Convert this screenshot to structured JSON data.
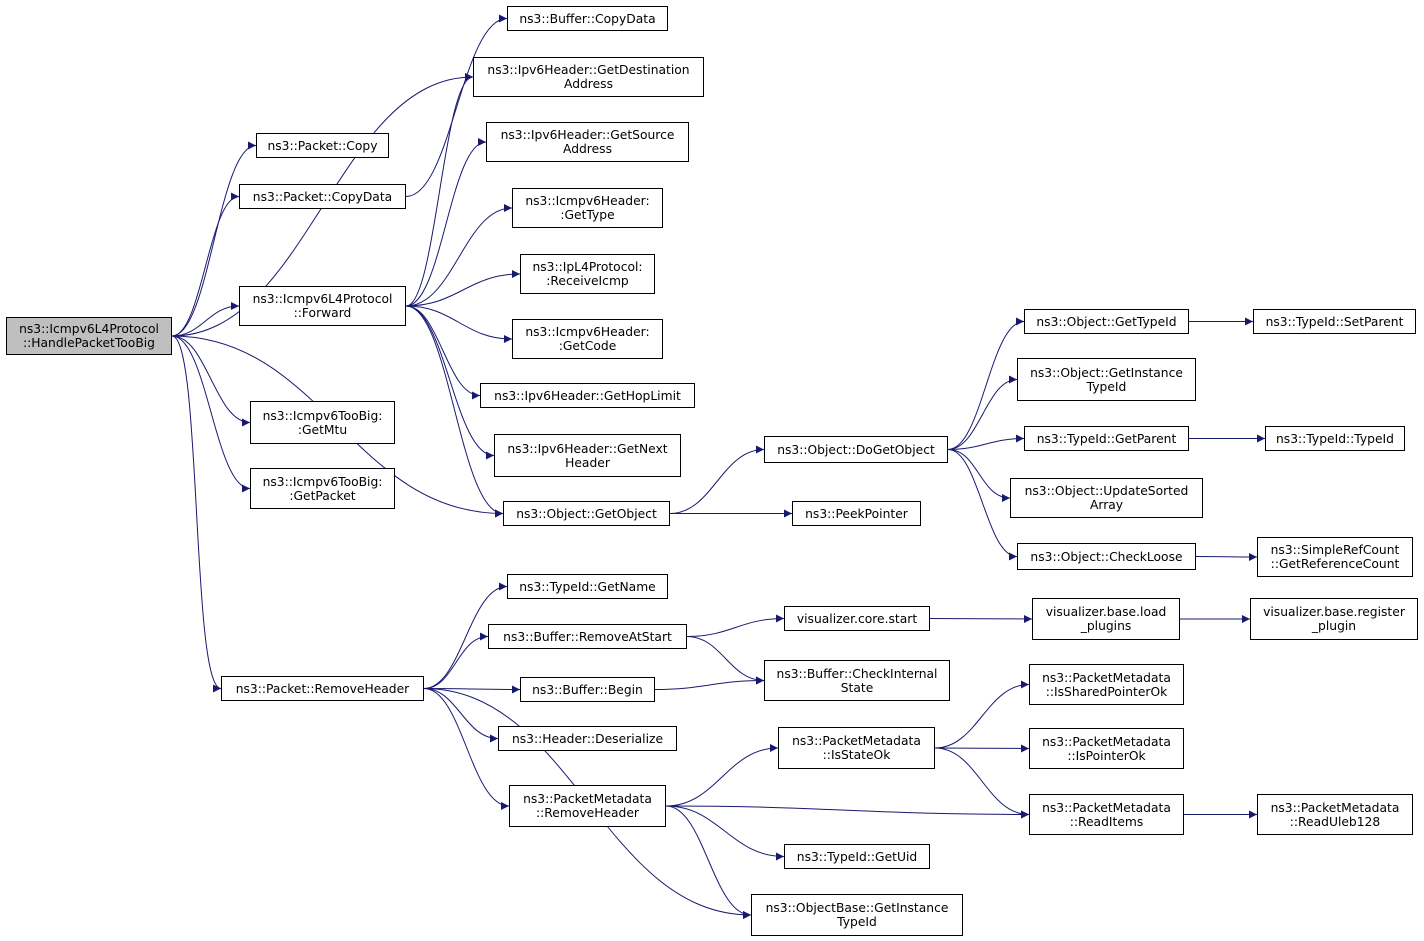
{
  "root": "n0",
  "nodes": {
    "n0": {
      "lines": [
        "ns3::Icmpv6L4Protocol",
        "::HandlePacketTooBig"
      ]
    },
    "n1": {
      "lines": [
        "ns3::Packet::Copy"
      ]
    },
    "n2": {
      "lines": [
        "ns3::Packet::CopyData"
      ]
    },
    "n3": {
      "lines": [
        "ns3::Icmpv6L4Protocol",
        "::Forward"
      ]
    },
    "n4": {
      "lines": [
        "ns3::Icmpv6TooBig:",
        ":GetMtu"
      ]
    },
    "n5": {
      "lines": [
        "ns3::Icmpv6TooBig:",
        ":GetPacket"
      ]
    },
    "n6": {
      "lines": [
        "ns3::Packet::RemoveHeader"
      ]
    },
    "n7": {
      "lines": [
        "ns3::Buffer::CopyData"
      ]
    },
    "n8": {
      "lines": [
        "ns3::Ipv6Header::GetDestination",
        "Address"
      ]
    },
    "n9": {
      "lines": [
        "ns3::Ipv6Header::GetSource",
        "Address"
      ]
    },
    "n10": {
      "lines": [
        "ns3::Icmpv6Header:",
        ":GetType"
      ]
    },
    "n11": {
      "lines": [
        "ns3::IpL4Protocol:",
        ":ReceiveIcmp"
      ]
    },
    "n12": {
      "lines": [
        "ns3::Icmpv6Header:",
        ":GetCode"
      ]
    },
    "n13": {
      "lines": [
        "ns3::Ipv6Header::GetHopLimit"
      ]
    },
    "n14": {
      "lines": [
        "ns3::Ipv6Header::GetNext",
        "Header"
      ]
    },
    "n15": {
      "lines": [
        "ns3::Object::GetObject"
      ]
    },
    "n16": {
      "lines": [
        "ns3::TypeId::GetName"
      ]
    },
    "n17": {
      "lines": [
        "ns3::Buffer::RemoveAtStart"
      ]
    },
    "n18": {
      "lines": [
        "ns3::Buffer::Begin"
      ]
    },
    "n19": {
      "lines": [
        "ns3::Header::Deserialize"
      ]
    },
    "n20": {
      "lines": [
        "ns3::PacketMetadata",
        "::RemoveHeader"
      ]
    },
    "n21": {
      "lines": [
        "ns3::Object::DoGetObject"
      ]
    },
    "n22": {
      "lines": [
        "ns3::PeekPointer"
      ]
    },
    "n23": {
      "lines": [
        "visualizer.core.start"
      ]
    },
    "n24": {
      "lines": [
        "ns3::Buffer::CheckInternal",
        "State"
      ]
    },
    "n25": {
      "lines": [
        "ns3::PacketMetadata",
        "::IsStateOk"
      ]
    },
    "n26": {
      "lines": [
        "ns3::TypeId::GetUid"
      ]
    },
    "n27": {
      "lines": [
        "ns3::ObjectBase::GetInstance",
        "TypeId"
      ]
    },
    "n28": {
      "lines": [
        "ns3::Object::GetTypeId"
      ]
    },
    "n29": {
      "lines": [
        "ns3::Object::GetInstance",
        "TypeId"
      ]
    },
    "n30": {
      "lines": [
        "ns3::TypeId::GetParent"
      ]
    },
    "n31": {
      "lines": [
        "ns3::Object::UpdateSorted",
        "Array"
      ]
    },
    "n32": {
      "lines": [
        "ns3::Object::CheckLoose"
      ]
    },
    "n33": {
      "lines": [
        "visualizer.base.load",
        "_plugins"
      ]
    },
    "n34": {
      "lines": [
        "ns3::PacketMetadata",
        "::IsSharedPointerOk"
      ]
    },
    "n35": {
      "lines": [
        "ns3::PacketMetadata",
        "::IsPointerOk"
      ]
    },
    "n36": {
      "lines": [
        "ns3::PacketMetadata",
        "::ReadItems"
      ]
    },
    "n37": {
      "lines": [
        "ns3::TypeId::SetParent"
      ]
    },
    "n38": {
      "lines": [
        "ns3::TypeId::TypeId"
      ]
    },
    "n39": {
      "lines": [
        "ns3::SimpleRefCount",
        "::GetReferenceCount"
      ]
    },
    "n40": {
      "lines": [
        "visualizer.base.register",
        "_plugin"
      ]
    },
    "n41": {
      "lines": [
        "ns3::PacketMetadata",
        "::ReadUleb128"
      ]
    }
  },
  "edges": [
    [
      "n0",
      "n1"
    ],
    [
      "n0",
      "n2"
    ],
    [
      "n0",
      "n3"
    ],
    [
      "n0",
      "n4"
    ],
    [
      "n0",
      "n5"
    ],
    [
      "n0",
      "n6"
    ],
    [
      "n0",
      "n8"
    ],
    [
      "n0",
      "n15"
    ],
    [
      "n2",
      "n7"
    ],
    [
      "n3",
      "n8"
    ],
    [
      "n3",
      "n9"
    ],
    [
      "n3",
      "n10"
    ],
    [
      "n3",
      "n11"
    ],
    [
      "n3",
      "n12"
    ],
    [
      "n3",
      "n13"
    ],
    [
      "n3",
      "n14"
    ],
    [
      "n3",
      "n15"
    ],
    [
      "n6",
      "n16"
    ],
    [
      "n6",
      "n17"
    ],
    [
      "n6",
      "n18"
    ],
    [
      "n6",
      "n19"
    ],
    [
      "n6",
      "n20"
    ],
    [
      "n6",
      "n27"
    ],
    [
      "n15",
      "n21"
    ],
    [
      "n15",
      "n22"
    ],
    [
      "n17",
      "n23"
    ],
    [
      "n17",
      "n24"
    ],
    [
      "n18",
      "n24"
    ],
    [
      "n20",
      "n25"
    ],
    [
      "n20",
      "n36"
    ],
    [
      "n20",
      "n26"
    ],
    [
      "n20",
      "n27"
    ],
    [
      "n21",
      "n28"
    ],
    [
      "n21",
      "n29"
    ],
    [
      "n21",
      "n30"
    ],
    [
      "n21",
      "n31"
    ],
    [
      "n21",
      "n32"
    ],
    [
      "n23",
      "n33"
    ],
    [
      "n25",
      "n34"
    ],
    [
      "n25",
      "n35"
    ],
    [
      "n25",
      "n36"
    ],
    [
      "n28",
      "n37"
    ],
    [
      "n30",
      "n38"
    ],
    [
      "n32",
      "n39"
    ],
    [
      "n33",
      "n40"
    ],
    [
      "n36",
      "n41"
    ]
  ],
  "colors": {
    "edge": "#191970",
    "root_fill": "#bfbfbf",
    "node_fill": "#ffffff",
    "border": "#000000"
  }
}
